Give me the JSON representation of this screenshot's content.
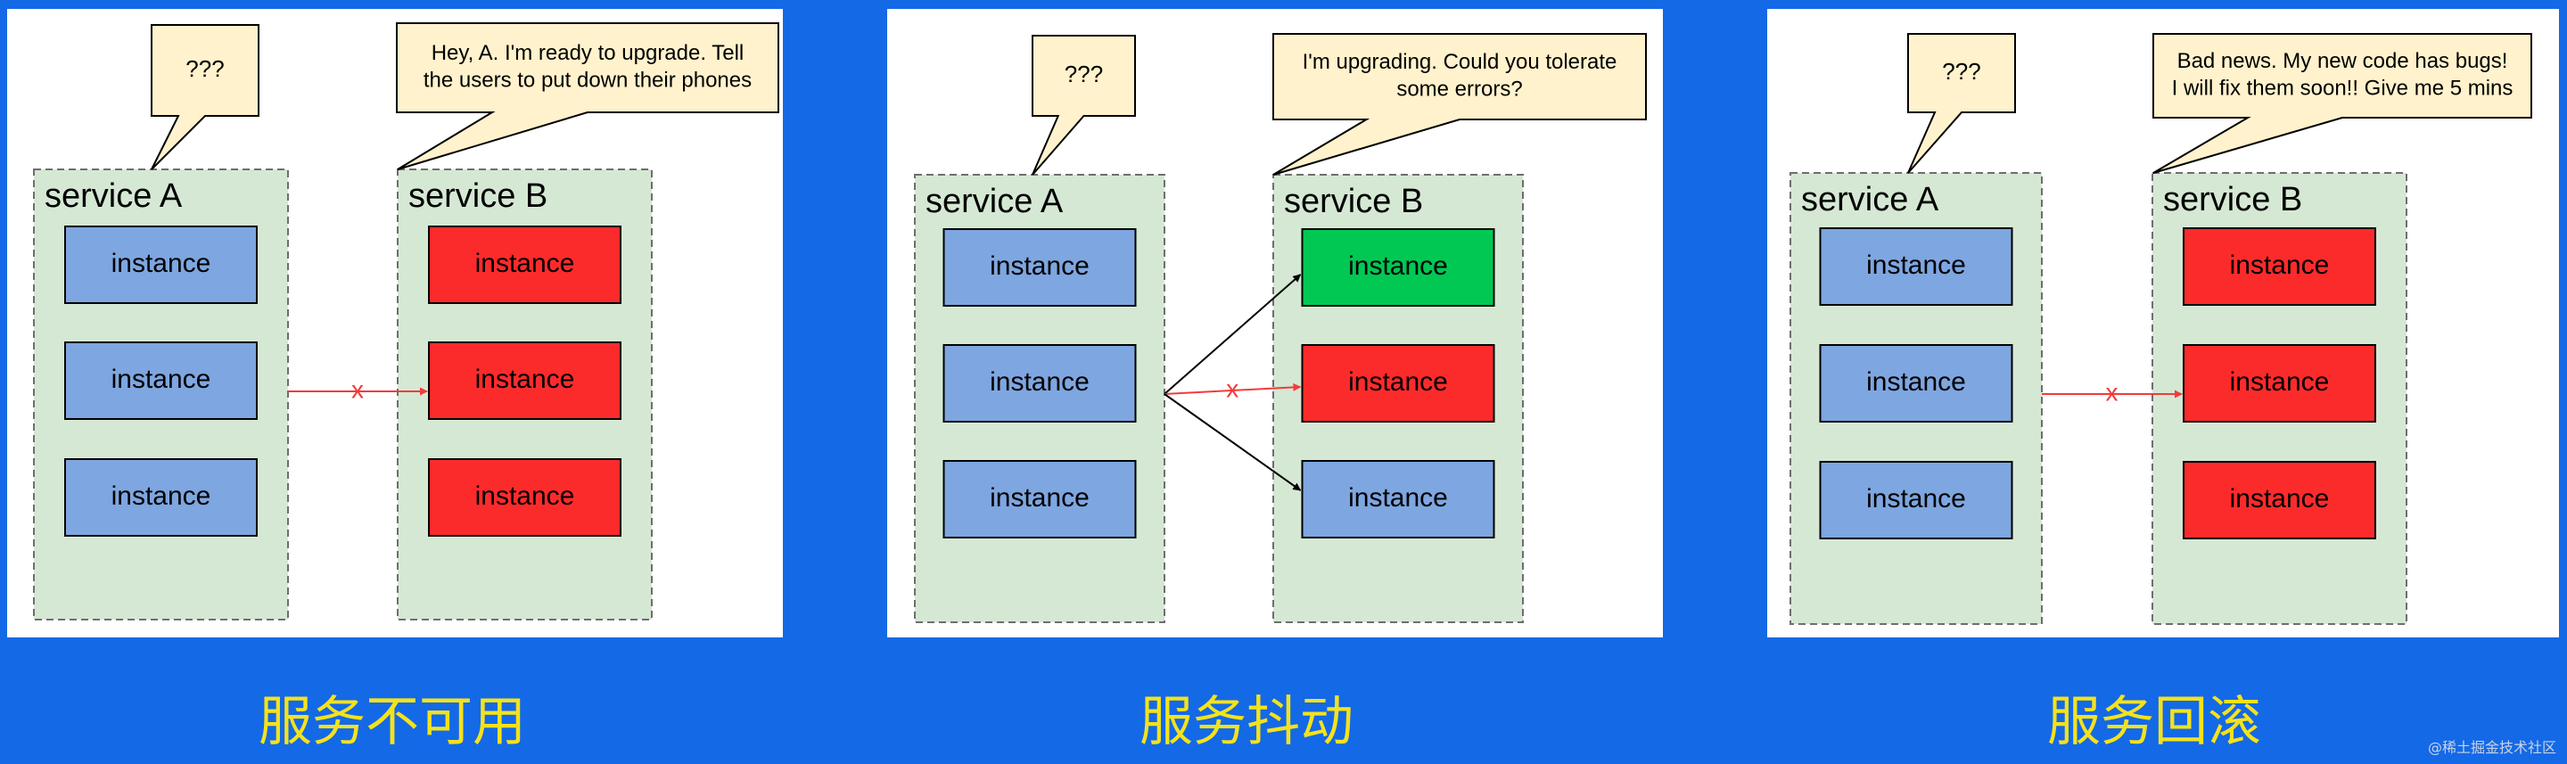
{
  "colors": {
    "background": "#1469e6",
    "panel": "#ffffff",
    "service_fill": "#d5e8d4",
    "service_border": "#82b366",
    "instance_blue": "#7ea6e0",
    "instance_red": "#fc2b2b",
    "instance_green": "#00c853",
    "bubble_fill": "#fff2cc",
    "error_arrow": "#f23b3b",
    "normal_arrow": "#000000",
    "caption": "#f4e21c"
  },
  "labels": {
    "service_a": "service A",
    "service_b": "service B",
    "instance": "instance",
    "cross": "x",
    "question": "???"
  },
  "panels": [
    {
      "id": "unavailable",
      "caption": "服务不可用",
      "speech_a": [
        "???"
      ],
      "speech_b": [
        "Hey, A. I'm ready to upgrade. Tell",
        "the users to put down their phones"
      ],
      "b_states": [
        "red",
        "red",
        "red"
      ],
      "arrows": [
        {
          "from": 1,
          "to": 1,
          "kind": "error"
        }
      ]
    },
    {
      "id": "jitter",
      "caption": "服务抖动",
      "speech_a": [
        "???"
      ],
      "speech_b": [
        "I'm upgrading. Could you tolerate",
        "some errors?"
      ],
      "b_states": [
        "green",
        "red",
        "blue"
      ],
      "arrows": [
        {
          "from": 1,
          "to": 0,
          "kind": "normal"
        },
        {
          "from": 1,
          "to": 1,
          "kind": "error"
        },
        {
          "from": 1,
          "to": 2,
          "kind": "normal"
        }
      ]
    },
    {
      "id": "rollback",
      "caption": "服务回滚",
      "speech_a": [
        "???"
      ],
      "speech_b": [
        "Bad news. My new code has bugs!",
        "I will fix them soon!! Give me 5 mins"
      ],
      "b_states": [
        "red",
        "red",
        "red"
      ],
      "arrows": [
        {
          "from": 1,
          "to": 1,
          "kind": "error"
        }
      ]
    }
  ],
  "footer_credit": "@稀土掘金技术社区"
}
